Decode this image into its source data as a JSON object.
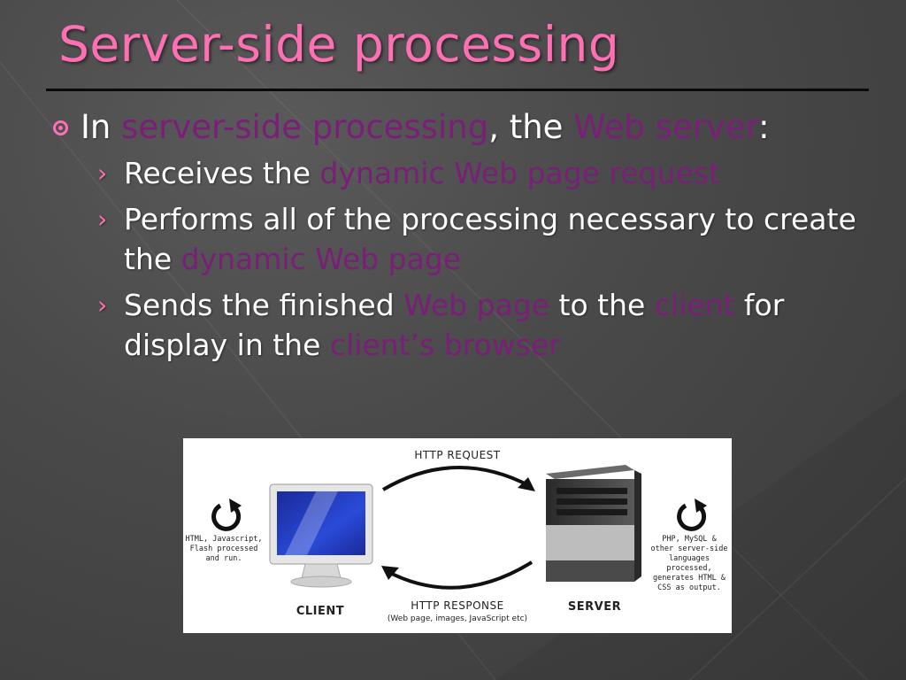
{
  "slide": {
    "title": "Server-side processing",
    "accent_color": "#ff6fb4",
    "highlight_color": "#7a1e78",
    "main_bullet": {
      "prefix": "In ",
      "term1": "server-side processing",
      "middle": ", the ",
      "term2": "Web server",
      "suffix": ":"
    },
    "sub_bullets": [
      {
        "text1": "Receives the ",
        "hl1": "dynamic Web page request"
      },
      {
        "text1": "Performs all of the processing necessary to create the ",
        "hl1": "dynamic Web page"
      },
      {
        "text1": "Sends the finished ",
        "hl1": "Web page",
        "text2": " to the ",
        "hl2": "client",
        "text3": " for display in the ",
        "hl3": "client’s browser"
      }
    ]
  },
  "diagram": {
    "http_request": "HTTP REQUEST",
    "http_response": "HTTP RESPONSE",
    "response_note": "(Web page, images, JavaScript etc)",
    "client_label": "CLIENT",
    "server_label": "SERVER",
    "client_note": [
      "HTML, Javascript,",
      "Flash processed",
      "and run."
    ],
    "server_note": [
      "PHP, MySQL &",
      "other server-side",
      "languages",
      "processed,",
      "generates HTML &",
      "CSS as output."
    ]
  }
}
